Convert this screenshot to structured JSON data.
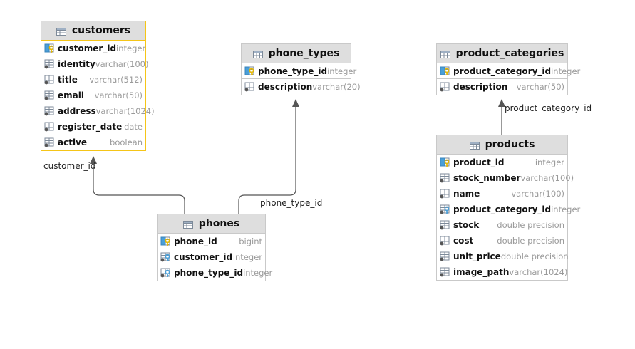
{
  "tables": {
    "customers": {
      "name": "customers",
      "columns": [
        {
          "name": "customer_id",
          "type": "integer",
          "kind": "pk"
        },
        {
          "name": "identity",
          "type": "varchar(100)",
          "kind": "col"
        },
        {
          "name": "title",
          "type": "varchar(512)",
          "kind": "col"
        },
        {
          "name": "email",
          "type": "varchar(50)",
          "kind": "col"
        },
        {
          "name": "address",
          "type": "varchar(1024)",
          "kind": "col"
        },
        {
          "name": "register_date",
          "type": "date",
          "kind": "col"
        },
        {
          "name": "active",
          "type": "boolean",
          "kind": "col"
        }
      ]
    },
    "phone_types": {
      "name": "phone_types",
      "columns": [
        {
          "name": "phone_type_id",
          "type": "integer",
          "kind": "pk"
        },
        {
          "name": "description",
          "type": "varchar(20)",
          "kind": "col"
        }
      ]
    },
    "product_categories": {
      "name": "product_categories",
      "columns": [
        {
          "name": "product_category_id",
          "type": "integer",
          "kind": "pk"
        },
        {
          "name": "description",
          "type": "varchar(50)",
          "kind": "col"
        }
      ]
    },
    "phones": {
      "name": "phones",
      "columns": [
        {
          "name": "phone_id",
          "type": "bigint",
          "kind": "pk"
        },
        {
          "name": "customer_id",
          "type": "integer",
          "kind": "fk"
        },
        {
          "name": "phone_type_id",
          "type": "integer",
          "kind": "fk"
        }
      ]
    },
    "products": {
      "name": "products",
      "columns": [
        {
          "name": "product_id",
          "type": "integer",
          "kind": "pk"
        },
        {
          "name": "stock_number",
          "type": "varchar(100)",
          "kind": "col"
        },
        {
          "name": "name",
          "type": "varchar(100)",
          "kind": "col"
        },
        {
          "name": "product_category_id",
          "type": "integer",
          "kind": "fk"
        },
        {
          "name": "stock",
          "type": "double precision",
          "kind": "col"
        },
        {
          "name": "cost",
          "type": "double precision",
          "kind": "col"
        },
        {
          "name": "unit_price",
          "type": "double precision",
          "kind": "col"
        },
        {
          "name": "image_path",
          "type": "varchar(1024)",
          "kind": "col"
        }
      ]
    }
  },
  "relations": [
    {
      "from": "phones",
      "to": "customers",
      "label": "customer_id"
    },
    {
      "from": "phones",
      "to": "phone_types",
      "label": "phone_type_id"
    },
    {
      "from": "products",
      "to": "product_categories",
      "label": "product_category_id"
    }
  ],
  "colors": {
    "header_bg": "#dedede",
    "border": "#c9c9c9",
    "selected_border": "#f5c518",
    "type_text": "#9a9a9a",
    "pk_key": "#e6b800",
    "fk_key": "#4a9fd8"
  }
}
